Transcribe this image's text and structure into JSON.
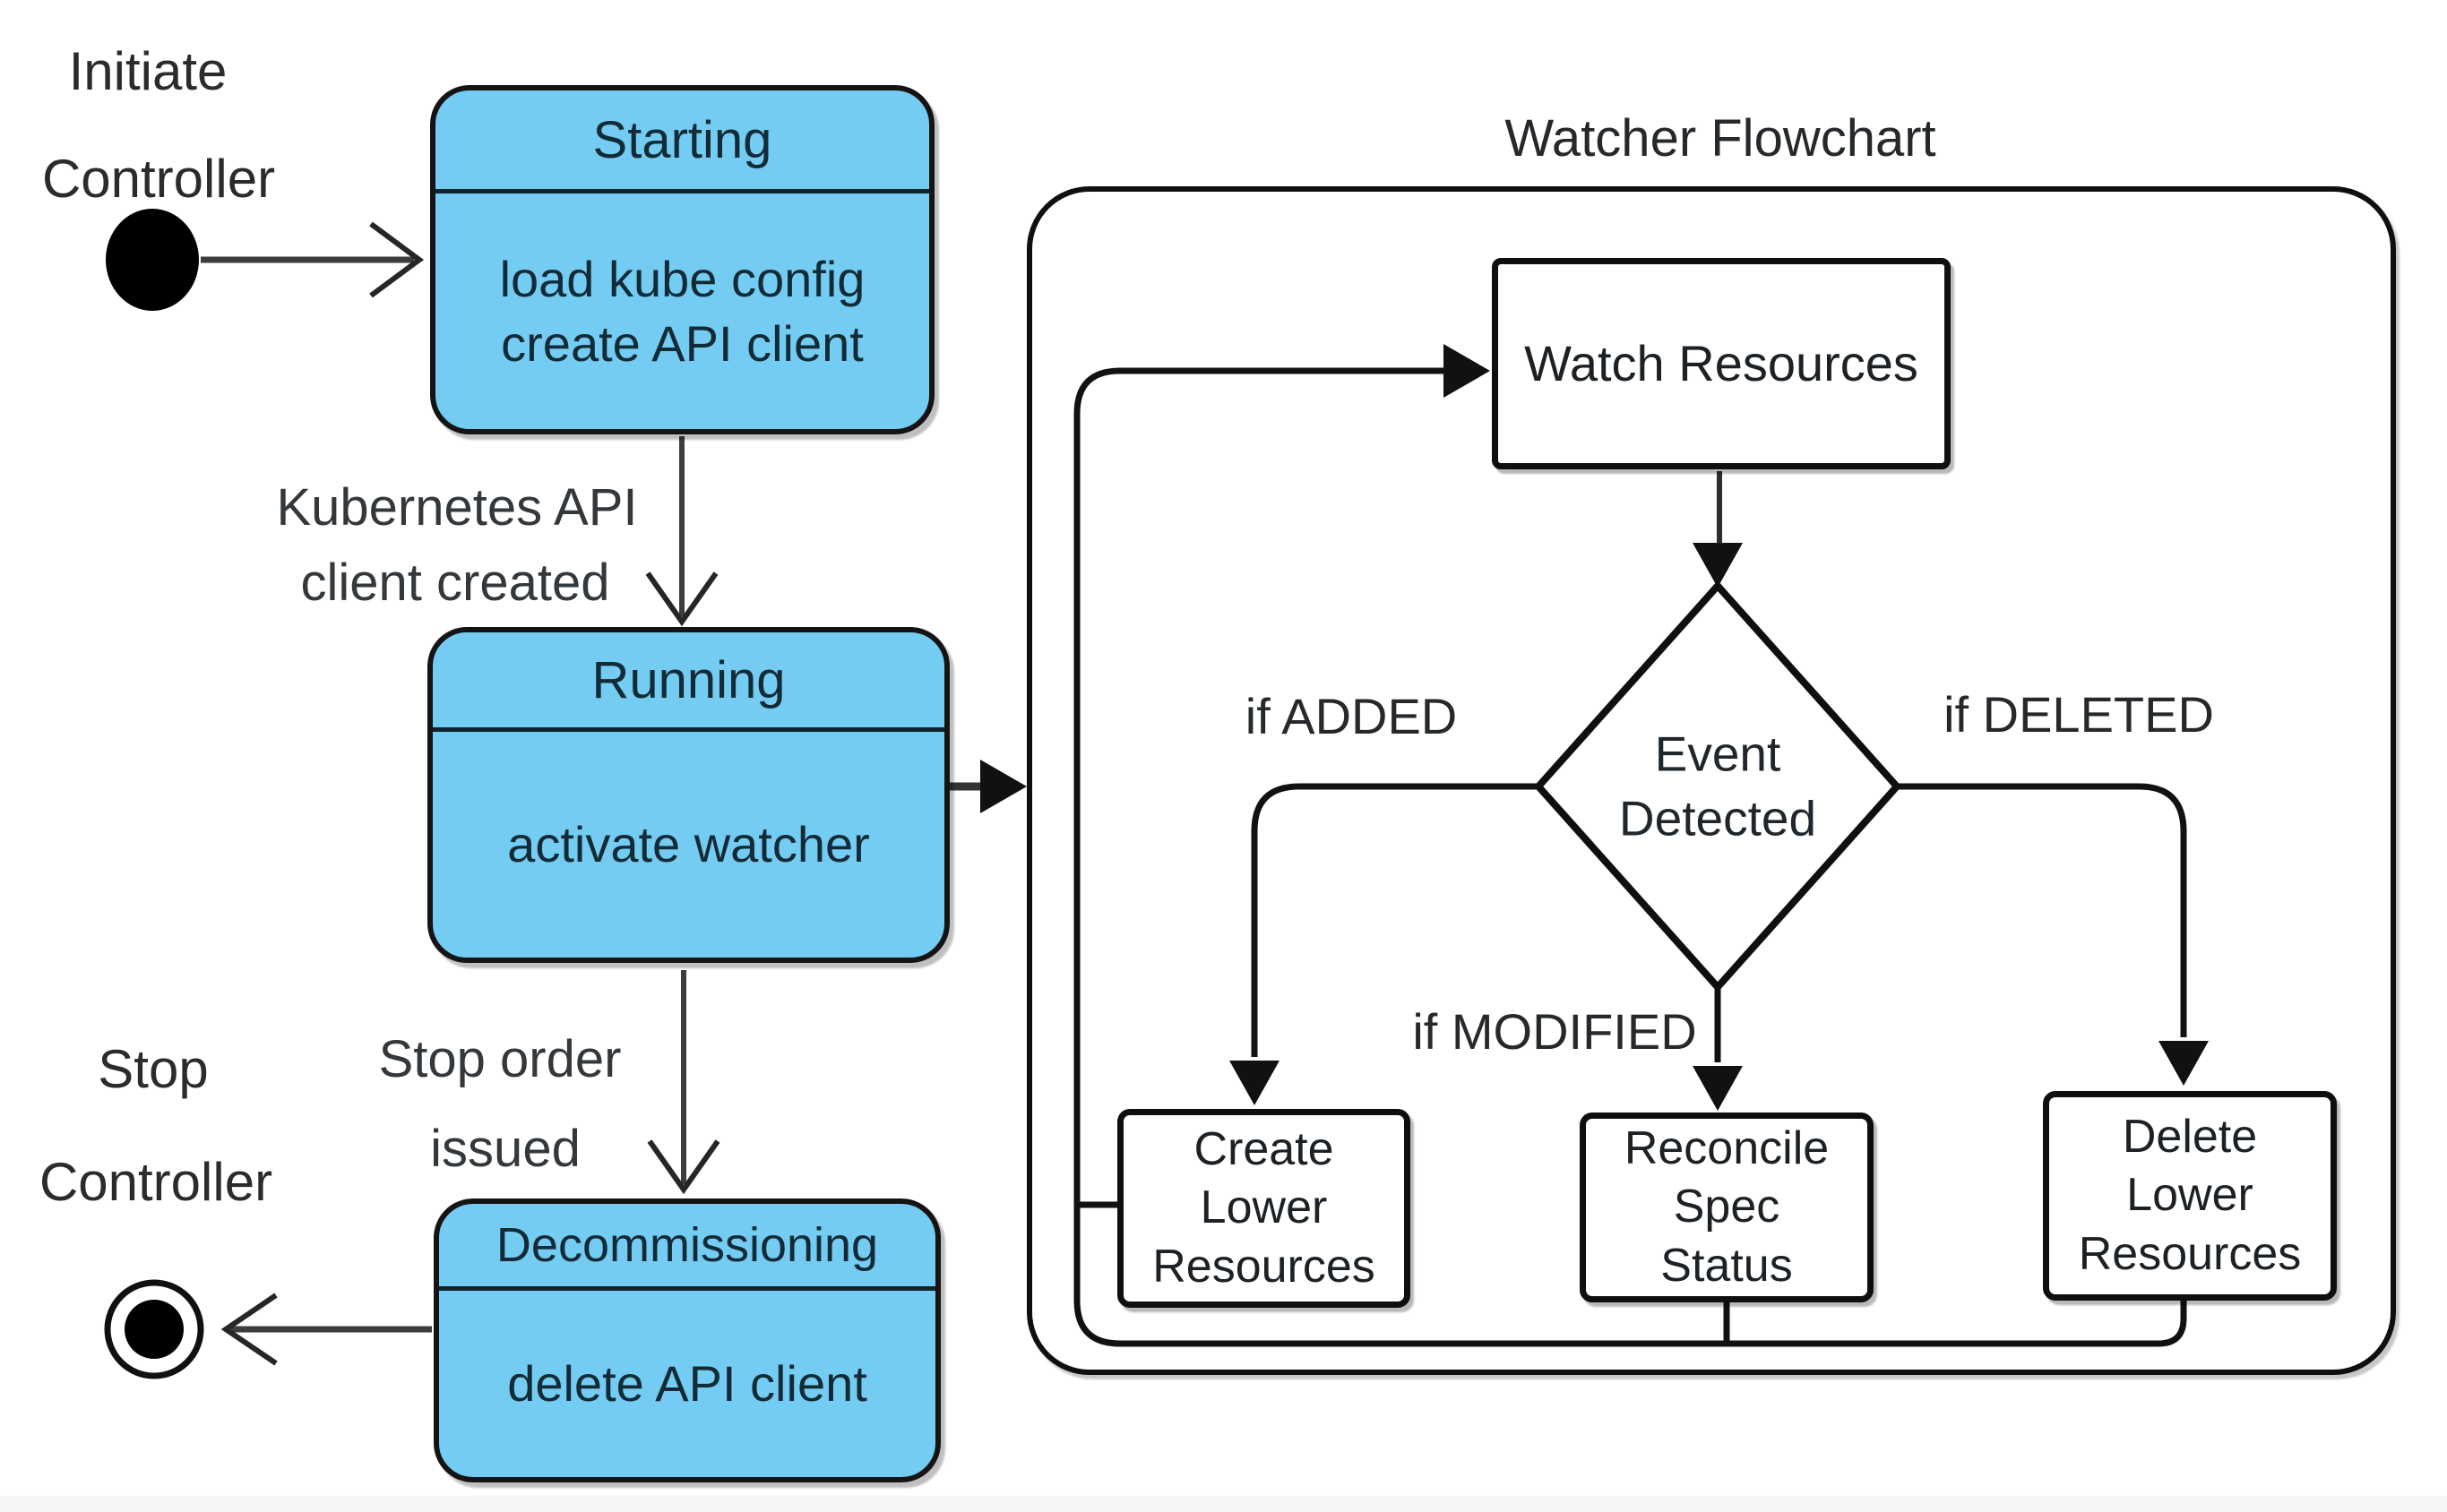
{
  "colors": {
    "state_fill": "#74CCF2",
    "line_dark": "#0f0f0f",
    "line_gray": "#3d3d3d",
    "background": "#ffffff"
  },
  "lifecycle": {
    "initial_label": {
      "line1": "Initiate",
      "line2": "Controller"
    },
    "final_label": {
      "line1": "Stop",
      "line2": "Controller"
    },
    "states": {
      "starting": {
        "title": "Starting",
        "actions": [
          "load kube config",
          "create API client"
        ]
      },
      "running": {
        "title": "Running",
        "actions": [
          "activate watcher"
        ]
      },
      "decommissioning": {
        "title": "Decommissioning",
        "actions": [
          "delete API client"
        ]
      }
    },
    "transitions": {
      "api_client_created": {
        "line1": "Kubernetes API",
        "line2": "client created"
      },
      "stop_order": {
        "line1": "Stop order",
        "line2": "issued"
      }
    }
  },
  "watcher": {
    "title": "Watcher Flowchart",
    "nodes": {
      "watch_resources": {
        "label": "Watch Resources"
      },
      "event_detected": {
        "lines": [
          "Event",
          "Detected"
        ]
      },
      "create_lower": {
        "lines": [
          "Create",
          "Lower",
          "Resources"
        ]
      },
      "reconcile": {
        "lines": [
          "Reconcile",
          "Spec",
          "Status"
        ]
      },
      "delete_lower": {
        "lines": [
          "Delete",
          "Lower",
          "Resources"
        ]
      }
    },
    "branches": {
      "added": "if ADDED",
      "deleted": "if DELETED",
      "modified": "if MODIFIED"
    }
  }
}
